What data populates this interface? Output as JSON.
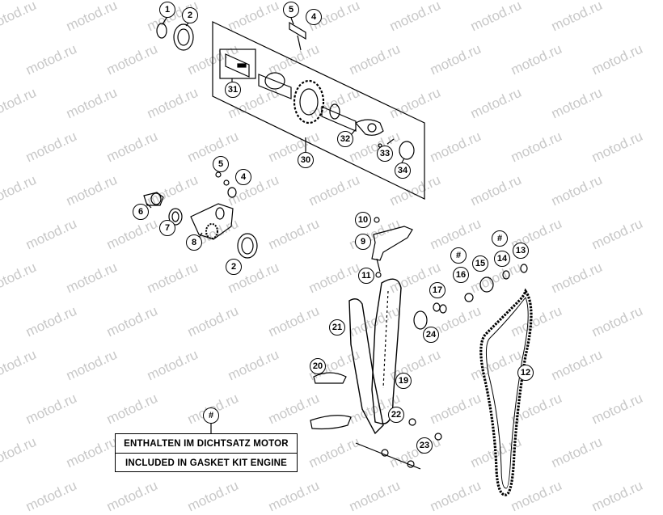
{
  "watermark": "motod.ru",
  "callouts": [
    "1",
    "2",
    "5",
    "4",
    "31",
    "32",
    "30",
    "33",
    "34",
    "5",
    "4",
    "6",
    "7",
    "8",
    "2",
    "10",
    "9",
    "11",
    "21",
    "20",
    "19",
    "22",
    "23",
    "24",
    "17",
    "#",
    "16",
    "15",
    "#",
    "14",
    "13",
    "12",
    "#"
  ],
  "legend": {
    "line1": "ENTHALTEN IM DICHTSATZ MOTOR",
    "line2": "INCLUDED IN GASKET KIT ENGINE"
  }
}
